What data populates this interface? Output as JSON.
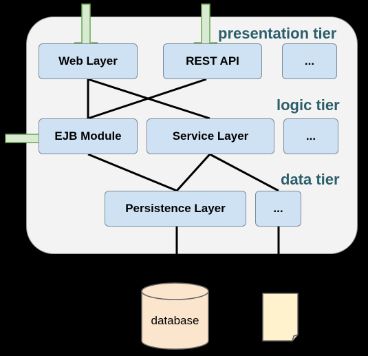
{
  "tiers": {
    "presentation": "presentation tier",
    "logic": "logic tier",
    "data": "data tier"
  },
  "presentation_nodes": {
    "web_layer": "Web Layer",
    "rest_api": "REST API",
    "more": "..."
  },
  "logic_nodes": {
    "ejb_module": "EJB Module",
    "service_layer": "Service Layer",
    "more": "..."
  },
  "data_nodes": {
    "persistence_layer": "Persistence Layer",
    "more": "..."
  },
  "storage": {
    "database": "database"
  },
  "colors": {
    "container_bg": "#f3f3f3",
    "node_fill": "#cfe2f3",
    "tier_label": "#2c5f6b",
    "arrow_fill": "#d9ead3",
    "db_fill": "#fce5cd",
    "file_fill": "#fff2cc"
  }
}
